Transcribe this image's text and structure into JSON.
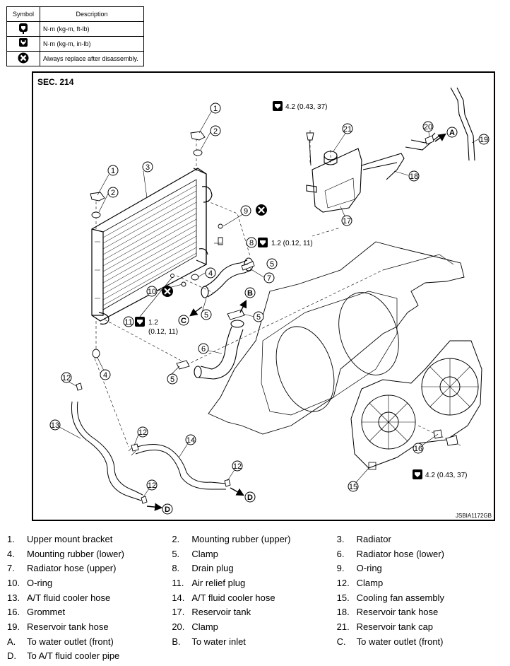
{
  "symbols": {
    "header_symbol": "Symbol",
    "header_description": "Description",
    "rows": [
      {
        "icon": "torque-wrench-icon",
        "text": "N·m (kg-m, ft-lb)"
      },
      {
        "icon": "torque-wrench-inlb-icon",
        "text": "N·m (kg-m, in-lb)"
      },
      {
        "icon": "replace-x-icon",
        "text": "Always replace after disassembly."
      }
    ]
  },
  "diagram": {
    "section": "SEC. 214",
    "code": "JSBIA1172GB",
    "torque_42": "4.2 (0.43, 37)",
    "torque_12": "1.2 (0.12, 11)",
    "torque_12a": "1.2",
    "torque_12b": "(0.12, 11)",
    "callouts": [
      "1",
      "2",
      "3",
      "4",
      "5",
      "6",
      "7",
      "8",
      "9",
      "10",
      "11",
      "12",
      "13",
      "14",
      "15",
      "16",
      "17",
      "18",
      "19",
      "20",
      "21"
    ],
    "letters": [
      "A",
      "B",
      "C",
      "D"
    ]
  },
  "legend": {
    "rows": [
      [
        {
          "num": "1.",
          "label": "Upper mount bracket"
        },
        {
          "num": "2.",
          "label": "Mounting rubber (upper)"
        },
        {
          "num": "3.",
          "label": "Radiator"
        }
      ],
      [
        {
          "num": "4.",
          "label": "Mounting rubber (lower)"
        },
        {
          "num": "5.",
          "label": "Clamp"
        },
        {
          "num": "6.",
          "label": "Radiator hose (lower)"
        }
      ],
      [
        {
          "num": "7.",
          "label": "Radiator hose (upper)"
        },
        {
          "num": "8.",
          "label": "Drain plug"
        },
        {
          "num": "9.",
          "label": "O-ring"
        }
      ],
      [
        {
          "num": "10.",
          "label": "O-ring"
        },
        {
          "num": "11.",
          "label": "Air relief plug"
        },
        {
          "num": "12.",
          "label": "Clamp"
        }
      ],
      [
        {
          "num": "13.",
          "label": "A/T fluid cooler hose"
        },
        {
          "num": "14.",
          "label": "A/T fluid cooler hose"
        },
        {
          "num": "15.",
          "label": "Cooling fan assembly"
        }
      ],
      [
        {
          "num": "16.",
          "label": "Grommet"
        },
        {
          "num": "17.",
          "label": "Reservoir tank"
        },
        {
          "num": "18.",
          "label": "Reservoir tank hose"
        }
      ],
      [
        {
          "num": "19.",
          "label": "Reservoir tank hose"
        },
        {
          "num": "20.",
          "label": "Clamp"
        },
        {
          "num": "21.",
          "label": "Reservoir tank cap"
        }
      ],
      [
        {
          "num": "A.",
          "label": "To water outlet (front)"
        },
        {
          "num": "B.",
          "label": "To water inlet"
        },
        {
          "num": "C.",
          "label": "To water outlet (front)"
        }
      ],
      [
        {
          "num": "D.",
          "label": "To A/T fluid cooler pipe"
        }
      ]
    ]
  }
}
